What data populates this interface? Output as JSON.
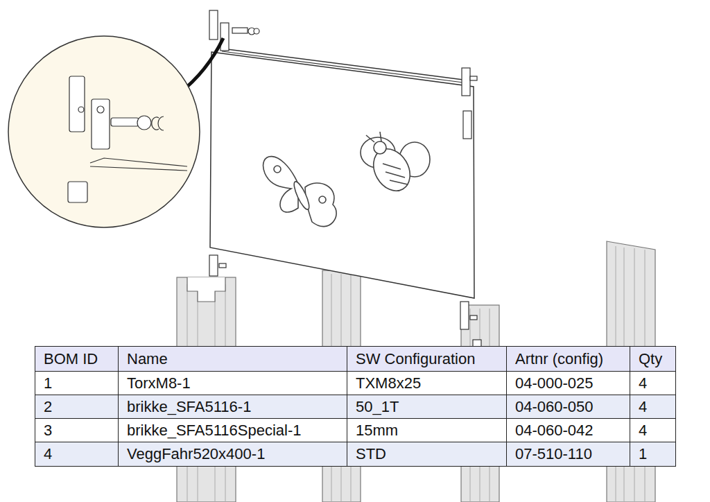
{
  "diagram": {
    "labels": [
      "BOM ID",
      "Name",
      "SW Configuration",
      "Artnr (config)",
      "Qty",
      "1",
      "TorxM8-1",
      "TXM8x25",
      "04-000-025",
      "4",
      "2",
      "brikke_SFA5116-1",
      "50_1T",
      "04-060-050",
      "4",
      "3",
      "brikke_SFA5116Special-1",
      "15mm",
      "04-060-042",
      "4",
      "4",
      "VeggFahr520x400-1",
      "STD",
      "07-510-110",
      "1"
    ]
  }
}
